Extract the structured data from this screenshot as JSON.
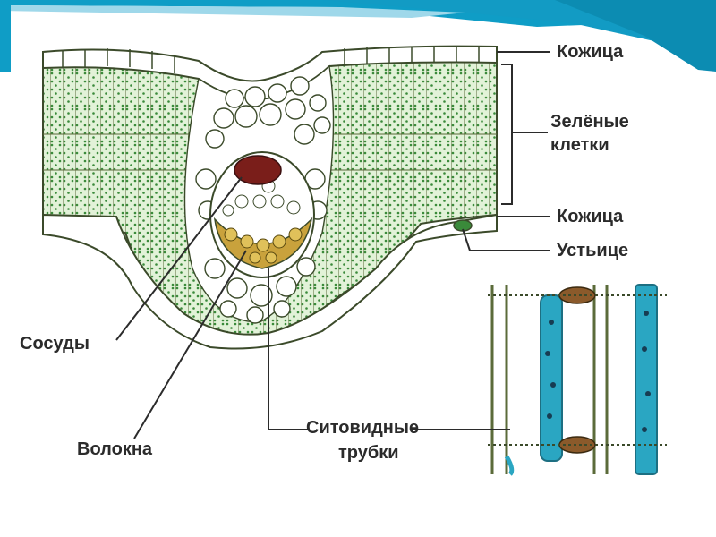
{
  "labels": {
    "skin_top": "Кожица",
    "green_cells_1": "Зелёные",
    "green_cells_2": "клетки",
    "skin_bottom": "Кожица",
    "stoma": "Устьице",
    "vessels": "Сосуды",
    "fibers": "Волокна",
    "sieve_tubes_1": "Ситовидные",
    "sieve_tubes_2": "трубки"
  },
  "colors": {
    "banner": "#0f9dc6",
    "banner_light": "#9fd8ea",
    "leaf_green": "#dff0d6",
    "dots": "#3a8a3a",
    "cell_outline": "#3b4a2a",
    "vessel_red": "#7a1e1a",
    "fiber_yellow": "#c9a23c",
    "sieve_blue": "#2aa6c2"
  }
}
